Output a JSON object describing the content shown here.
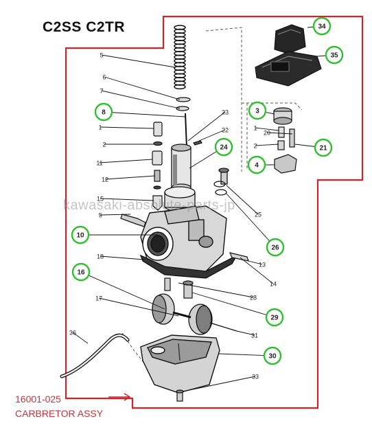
{
  "title": "C2SS C2TR",
  "part_number": "16001-025",
  "assembly_name": "CARBRETOR ASSY",
  "watermark": "kawasaki-absolute-parts-jp",
  "colors": {
    "frame": "#d2232a",
    "circle": "#2fbf2f",
    "ink": "#222222"
  },
  "callouts": [
    {
      "label": "34",
      "circled": true
    },
    {
      "label": "35",
      "circled": true
    },
    {
      "label": "5",
      "circled": false
    },
    {
      "label": "6",
      "circled": false
    },
    {
      "label": "7",
      "circled": false
    },
    {
      "label": "8",
      "circled": true
    },
    {
      "label": "1",
      "circled": false
    },
    {
      "label": "2",
      "circled": false
    },
    {
      "label": "11",
      "circled": false
    },
    {
      "label": "12",
      "circled": false
    },
    {
      "label": "15",
      "circled": false
    },
    {
      "label": "9",
      "circled": false
    },
    {
      "label": "10",
      "circled": true
    },
    {
      "label": "18",
      "circled": false
    },
    {
      "label": "16",
      "circled": true
    },
    {
      "label": "17",
      "circled": false
    },
    {
      "label": "36",
      "circled": false
    },
    {
      "label": "23",
      "circled": false
    },
    {
      "label": "22",
      "circled": false
    },
    {
      "label": "24",
      "circled": true
    },
    {
      "label": "3",
      "circled": true
    },
    {
      "label": "1",
      "circled": false
    },
    {
      "label": "20",
      "circled": false
    },
    {
      "label": "2",
      "circled": false
    },
    {
      "label": "21",
      "circled": true
    },
    {
      "label": "4",
      "circled": true
    },
    {
      "label": "25",
      "circled": false
    },
    {
      "label": "26",
      "circled": true
    },
    {
      "label": "13",
      "circled": false
    },
    {
      "label": "14",
      "circled": false
    },
    {
      "label": "28",
      "circled": false
    },
    {
      "label": "29",
      "circled": true
    },
    {
      "label": "31",
      "circled": false
    },
    {
      "label": "30",
      "circled": true
    },
    {
      "label": "33",
      "circled": false
    }
  ]
}
